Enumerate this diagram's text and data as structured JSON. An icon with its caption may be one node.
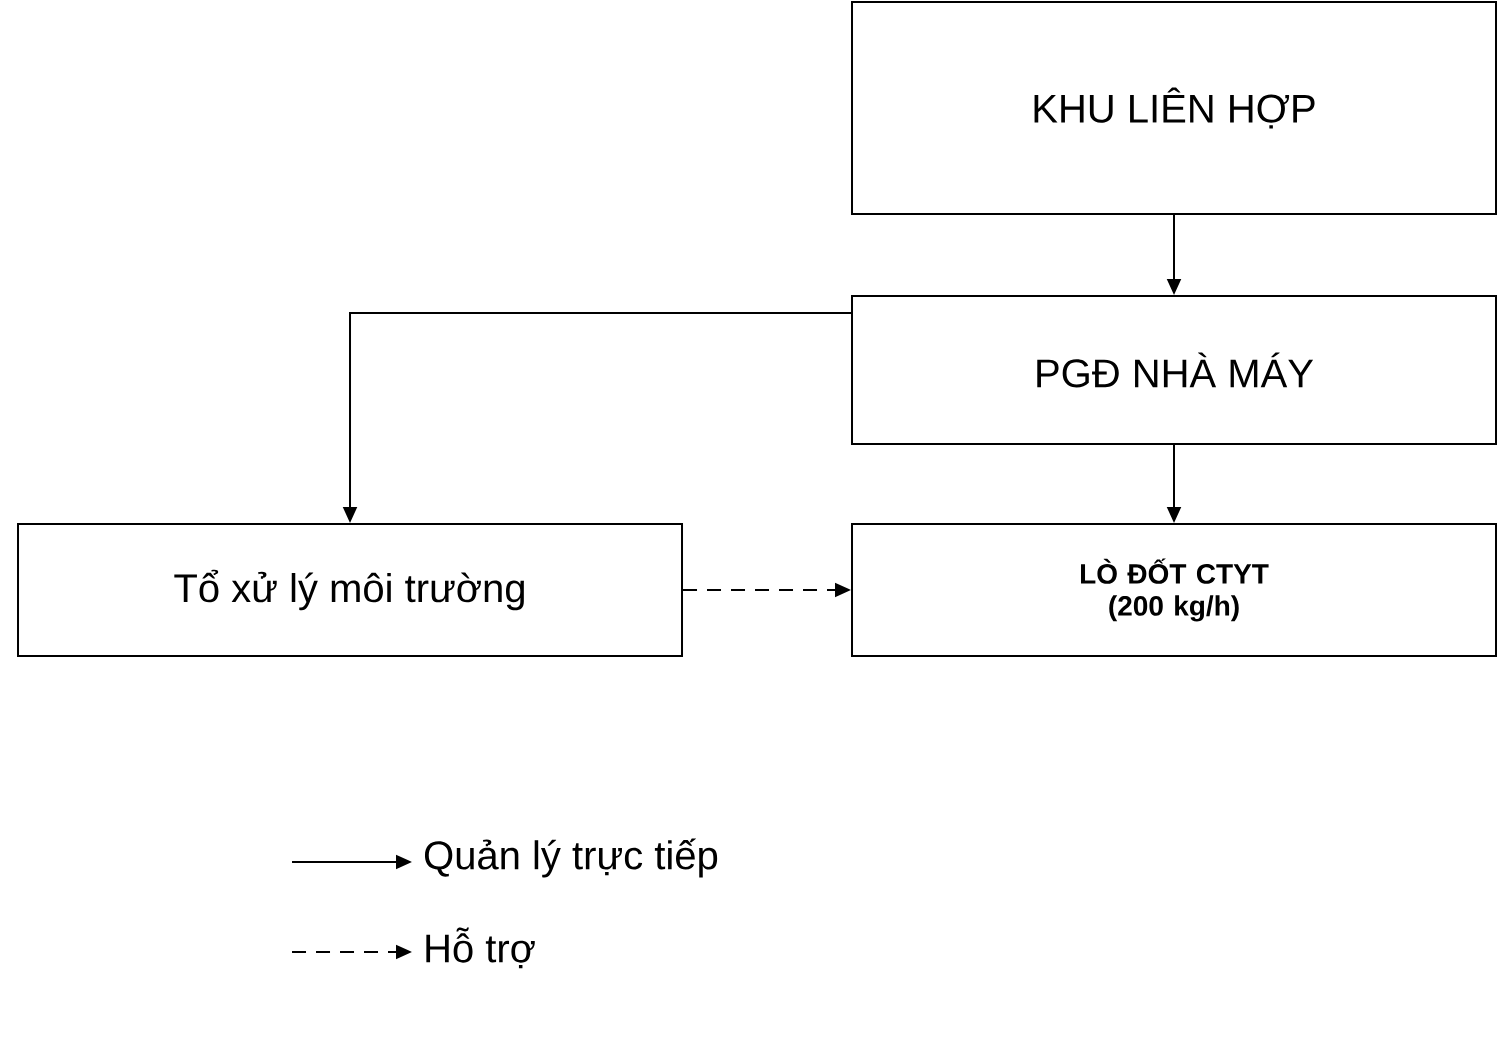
{
  "diagram": {
    "nodes": [
      {
        "text": [
          "KHU LIÊN HỢP"
        ]
      },
      {
        "text": [
          "PGĐ NHÀ MÁY"
        ]
      },
      {
        "text": [
          "Tổ xử lý môi trường"
        ]
      },
      {
        "text": [
          "LÒ ĐỐT CTYT (200 kg/h)"
        ]
      }
    ],
    "edges": [
      {
        "from": 0,
        "to": 1,
        "arrow": "to"
      },
      {
        "from": 1,
        "to": 2,
        "arrow": "to"
      },
      {
        "from": 1,
        "to": 3,
        "arrow": "to"
      },
      {
        "from": 2,
        "to": 3,
        "arrow": "to",
        "style": "dashed"
      }
    ],
    "legend": [
      {
        "text": "Quản lý trực tiếp"
      },
      {
        "text": "Hỗ trợ"
      }
    ]
  }
}
